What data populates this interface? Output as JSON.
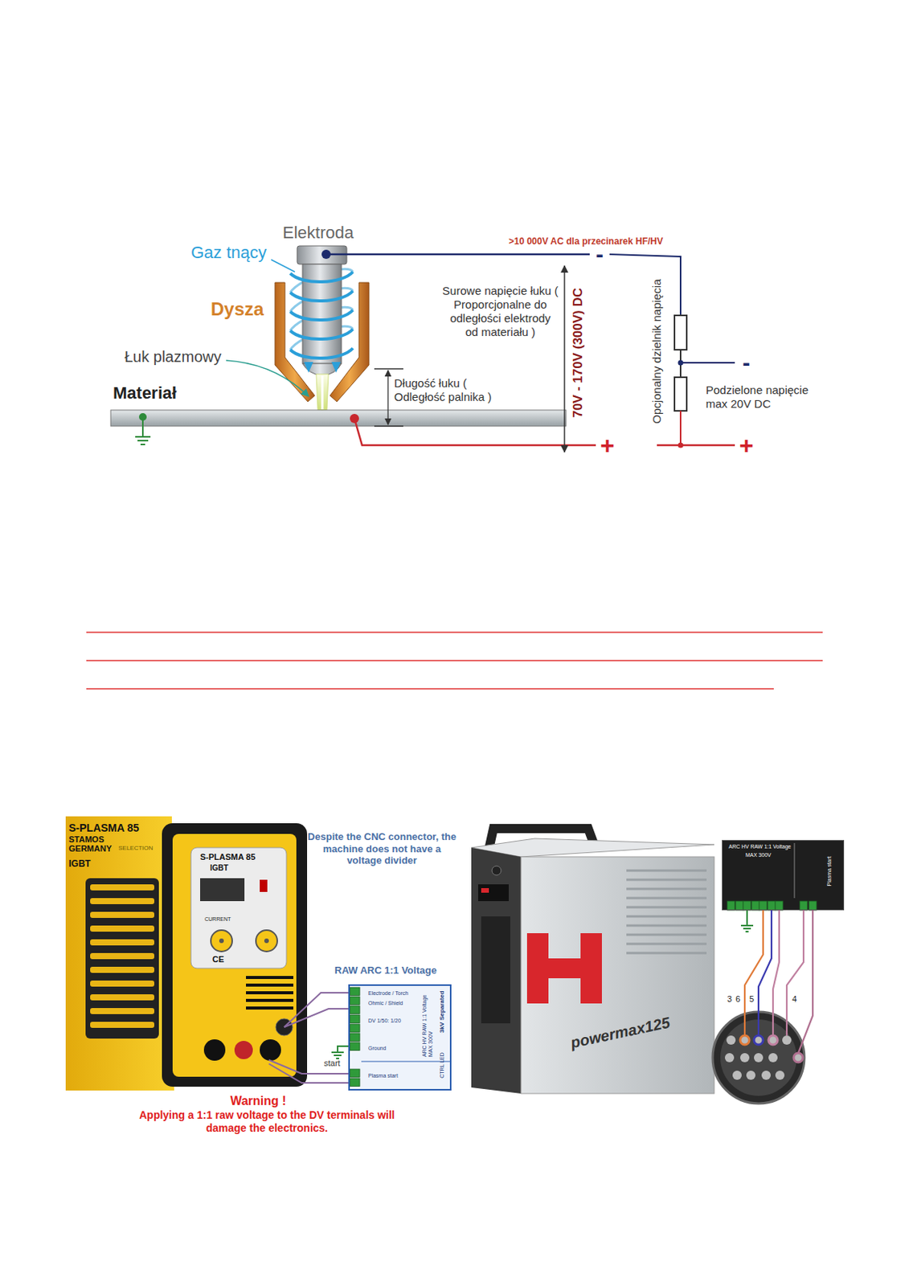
{
  "diagram": {
    "nodes": [
      {
        "text": [
          "Electrode / Torch",
          "Ohmic / Shield",
          "DV 1/50: 1/20",
          "Ground",
          "Plasma start",
          "ARC HV RAW 1:1 Voltage MAX 300V",
          "3kV Separated",
          "CTRL LED"
        ]
      },
      {
        "text": [
          "ARC HV RAW 1:1 Voltage",
          "MAX 300V",
          "Plasma start"
        ]
      }
    ],
    "labels": [
      "Elektroda",
      "Gaz tnący",
      "Dysza",
      "Łuk plazmowy",
      "Materiał",
      ">10 000V AC dla przecinarek HF/HV",
      "Surowe napięcie łuku ( Proporcjonalne do odległości elektrody od materiału )",
      "70V - 170V (300V) DC",
      "Długość łuku ( Odległość palnika )",
      "Opcjonalny dzielnik napięcia",
      "Podzielone napięcie max 20V DC",
      "-",
      "-",
      "+",
      "+",
      "S-PLASMA 85",
      "STAMOS GERMANY",
      "SELECTION",
      "IGBT",
      "S-PLASMA 85",
      "IGBT",
      "CURRENT",
      "CE",
      "Despite the CNC connector, the machine does not have a voltage divider",
      "RAW ARC 1:1 Voltage",
      "start",
      "Warning !",
      "Applying a 1:1 raw voltage to the DV terminals will damage the electronics.",
      "powermax125",
      "3",
      "6",
      "5",
      "4"
    ]
  }
}
